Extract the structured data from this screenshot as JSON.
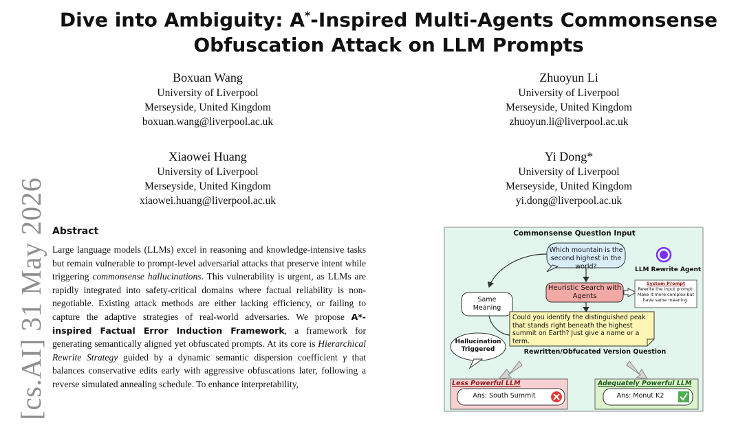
{
  "paper": {
    "title_line1": "Dive into Ambiguity: A",
    "title_star": "*",
    "title_line1_rest": "-Inspired Multi-Agents Commonsense",
    "title_line2": "Obfuscation Attack on LLM Prompts"
  },
  "authors": [
    {
      "name": "Boxuan Wang",
      "affiliation": "University of Liverpool",
      "location": "Merseyside, United Kingdom",
      "email": "boxuan.wang@liverpool.ac.uk"
    },
    {
      "name": "Zhuoyun Li",
      "affiliation": "University of Liverpool",
      "location": "Merseyside, United Kingdom",
      "email": "zhuoyun.li@liverpool.ac.uk"
    },
    {
      "name": "Xiaowei Huang",
      "affiliation": "University of Liverpool",
      "location": "Merseyside, United Kingdom",
      "email": "xiaowei.huang@liverpool.ac.uk"
    },
    {
      "name": "Yi Dong*",
      "affiliation": "University of Liverpool",
      "location": "Merseyside, United Kingdom",
      "email": "yi.dong@liverpool.ac.uk"
    }
  ],
  "arxiv_stamp": "[cs.AI]  31 May 2026",
  "abstract": {
    "heading": "Abstract",
    "p1": "Large language models (LLMs) excel in reasoning and knowledge-intensive tasks but remain vulnerable to prompt-level adversarial attacks that preserve intent while triggering ",
    "p1_em": "commonsense hallucinations",
    "p2": ". This vulnerability is urgent, as LLMs are rapidly integrated into safety-critical domains where factual reliability is non-negotiable. Existing attack methods are either lacking efficiency, or failing to capture the adaptive strategies of real-world adversaries. We propose ",
    "p2_bold": "A*-inspired Factual Error Induction Framework",
    "p3": ", a framework for generating semantically aligned yet obfuscated prompts. At its core is ",
    "p3_em": "Hierarchical Rewrite Strategy",
    "p4": " guided by a dynamic semantic dispersion coefficient ",
    "p4_em": "γ",
    "p5": " that balances conservative edits early with aggressive obfuscations later, following a reverse simulated annealing schedule. To enhance interpretability,"
  },
  "figure": {
    "top_title": "Commonsense Question Input",
    "question": "Which mountain is the second highest in the world?",
    "same_meaning": "Same Meaning",
    "search": "Heuristic Search with Agents",
    "agent_label": "LLM Rewrite Agent",
    "agent_icon": "ai-agent-icon",
    "system_prompt_title": "System Prompt",
    "system_prompt_text": "Rewrite the input prompt: Make it more complex but have same meaning.",
    "rewritten_q": "Could you identify the distinguished peak that stands right beneath the highest summit on Earth? Just give a name or a term.",
    "hallucination": "Hallucination Triggered",
    "rewritten_label": "Rewritten/Obfucated Version Question",
    "less_title": "Less Powerful LLM",
    "less_ans": "Ans: South Summit",
    "adequate_title": "Adequately Powerful LLM",
    "adequate_ans": "Ans: Monut K2",
    "colors": {
      "bg": "#e3f6ee",
      "question": "#d8edf8",
      "search": "#f3a9a5",
      "rewritten": "#fdf6b4",
      "less": "#f7d1d1",
      "adequate": "#ddf3cb",
      "wrong": "#e53935",
      "right": "#4caf50",
      "agent": "#7b2ff7"
    }
  }
}
